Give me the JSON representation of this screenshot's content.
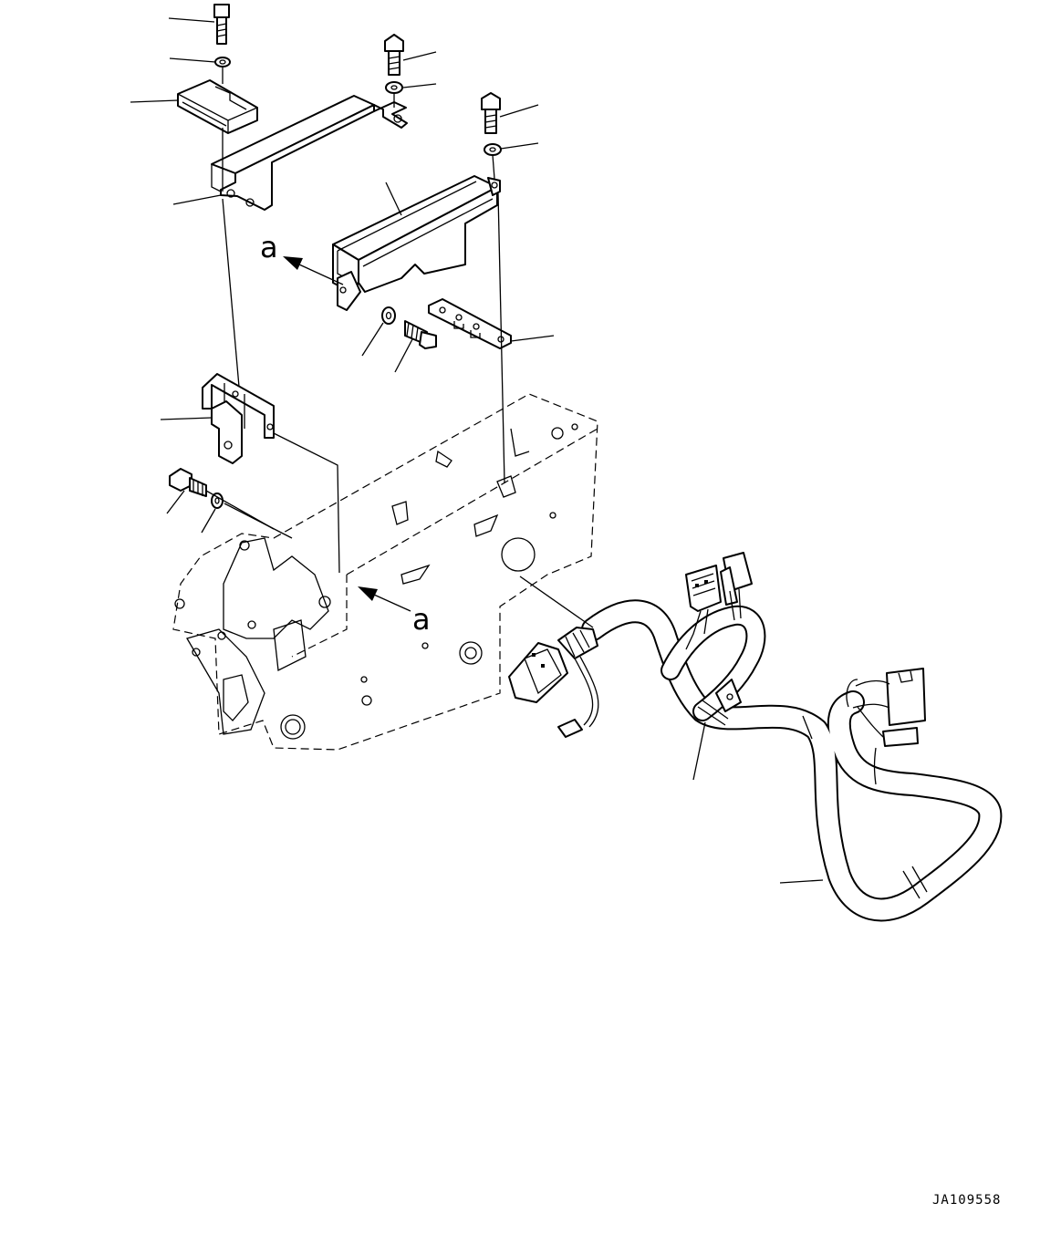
{
  "drawing": {
    "view_label_top": "a",
    "view_label_bottom": "a",
    "drawing_code": "JA109558"
  },
  "colors": {
    "line": "#000000",
    "background": "#ffffff"
  }
}
